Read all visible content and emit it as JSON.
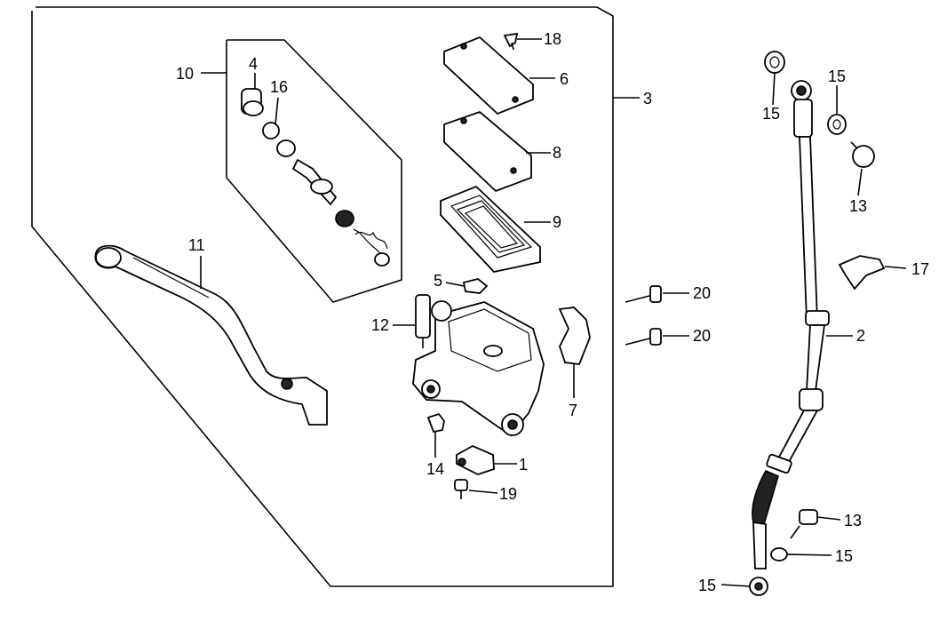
{
  "diagram": {
    "callouts": {
      "c1": "1",
      "c2": "2",
      "c3": "3",
      "c4": "4",
      "c5": "5",
      "c6": "6",
      "c7": "7",
      "c8": "8",
      "c9": "9",
      "c10": "10",
      "c11": "11",
      "c12": "12",
      "c13a": "13",
      "c13b": "13",
      "c14": "14",
      "c15a": "15",
      "c15b": "15",
      "c15c": "15",
      "c15d": "15",
      "c16": "16",
      "c17": "17",
      "c18": "18",
      "c19": "19",
      "c20a": "20",
      "c20b": "20"
    }
  }
}
